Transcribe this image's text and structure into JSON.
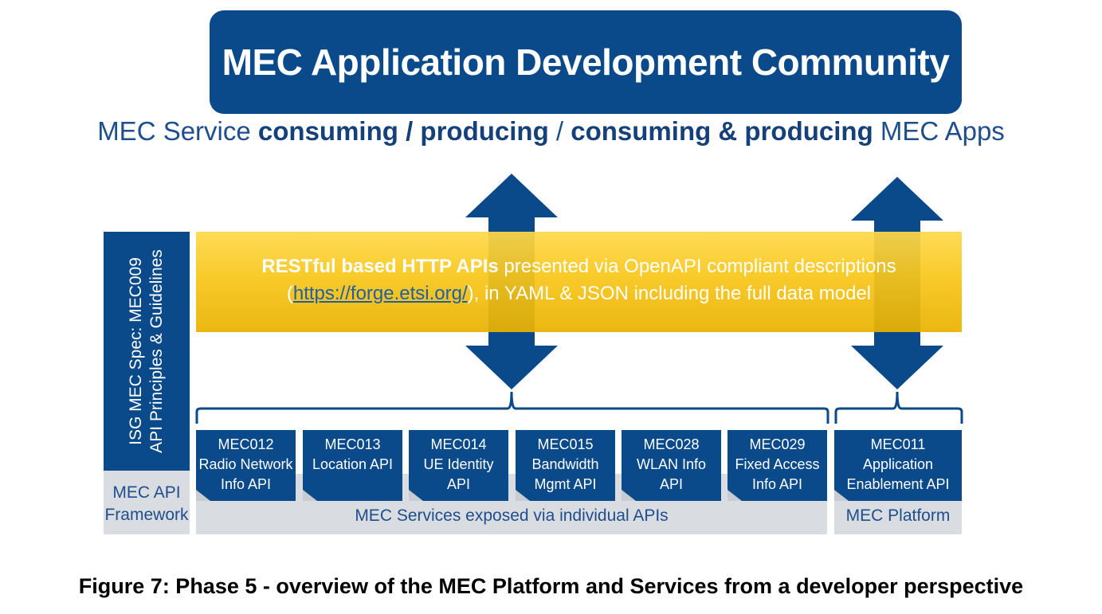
{
  "header": {
    "title": "MEC Application Development Community"
  },
  "subtitle": {
    "part1": "MEC Service ",
    "consuming": "consuming / producing",
    "sep": " / ",
    "both": "consuming & producing",
    "part2": " MEC Apps"
  },
  "banner": {
    "bold": "RESTful based HTTP APIs",
    "line1_rest": " presented via OpenAPI compliant descriptions",
    "open_paren": "(",
    "link": "https://forge.etsi.org/",
    "line2_rest": "), in YAML & JSON including the full data model"
  },
  "framework": {
    "vertical_line1": "ISG MEC Spec: MEC009",
    "vertical_line2": "API Principles & Guidelines",
    "label_line1": "MEC API",
    "label_line2": "Framework"
  },
  "services": {
    "label": "MEC Services exposed via individual APIs",
    "items": [
      {
        "id": "MEC012",
        "l1": "Radio Network",
        "l2": "Info API"
      },
      {
        "id": "MEC013",
        "l1": "Location API",
        "l2": ""
      },
      {
        "id": "MEC014",
        "l1": "UE Identity",
        "l2": "API"
      },
      {
        "id": "MEC015",
        "l1": "Bandwidth",
        "l2": "Mgmt API"
      },
      {
        "id": "MEC028",
        "l1": "WLAN Info",
        "l2": "API"
      },
      {
        "id": "MEC029",
        "l1": "Fixed Access",
        "l2": "Info API"
      }
    ]
  },
  "platform": {
    "label": "MEC Platform",
    "item": {
      "id": "MEC011",
      "l1": "Application",
      "l2": "Enablement API"
    }
  },
  "caption": "Figure 7: Phase 5 - overview of the MEC Platform and Services from a developer perspective",
  "colors": {
    "dark_blue": "#0a4a8a",
    "gray": "#d9dce0",
    "yellow": "#f8c61a"
  }
}
